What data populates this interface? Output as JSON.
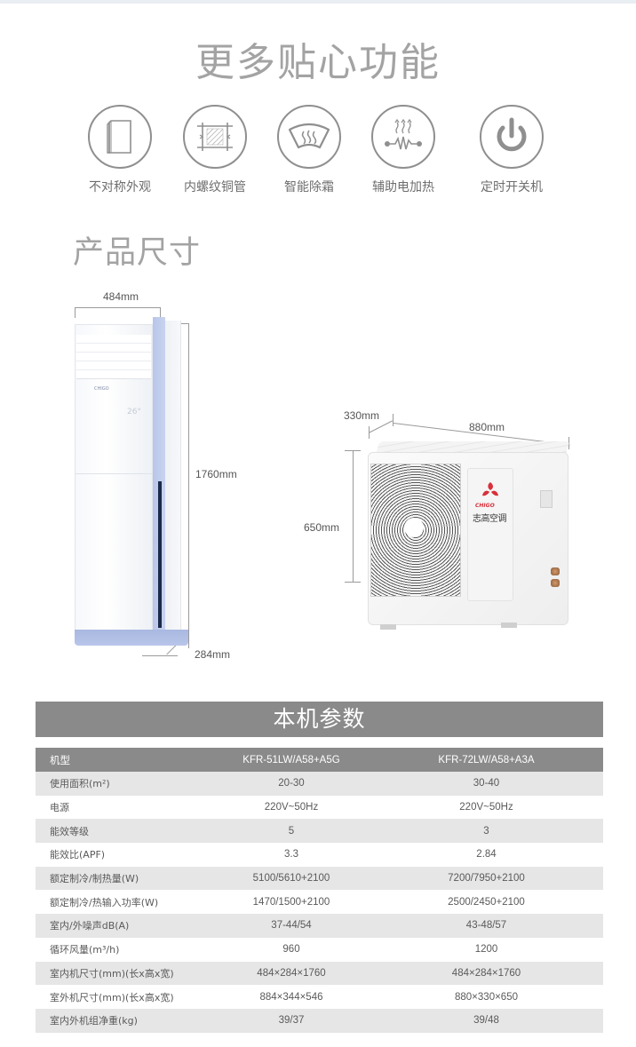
{
  "features_section": {
    "title": "更多贴心功能",
    "items": [
      {
        "icon": "door-panel-icon",
        "label": "不对称外观"
      },
      {
        "icon": "threaded-pipe-icon",
        "label": "内螺纹铜管"
      },
      {
        "icon": "defrost-windshield-icon",
        "label": "智能除霜"
      },
      {
        "icon": "electric-heating-icon",
        "label": "辅助电加热"
      },
      {
        "icon": "power-icon",
        "label": "定时开关机"
      }
    ]
  },
  "dimensions_section": {
    "title": "产品尺寸",
    "indoor": {
      "width": "484mm",
      "height": "1760mm",
      "depth": "284mm",
      "display_text": "26°"
    },
    "outdoor": {
      "depth": "330mm",
      "width": "880mm",
      "height": "650mm",
      "brand_en": "CHIGO",
      "brand_cn": "志高空调"
    }
  },
  "specs_section": {
    "title": "本机参数",
    "header": [
      "机型",
      "KFR-51LW/A58+A5G",
      "KFR-72LW/A58+A3A"
    ],
    "rows": [
      [
        "使用面积(m²)",
        "20-30",
        "30-40"
      ],
      [
        "电源",
        "220V~50Hz",
        "220V~50Hz"
      ],
      [
        "能效等级",
        "5",
        "3"
      ],
      [
        "能效比(APF)",
        "3.3",
        "2.84"
      ],
      [
        "额定制冷/制热量(W)",
        "5100/5610+2100",
        "7200/7950+2100"
      ],
      [
        "额定制冷/热输入功率(W)",
        "1470/1500+2100",
        "2500/2450+2100"
      ],
      [
        "室内/外噪声dB(A)",
        "37-44/54",
        "43-48/57"
      ],
      [
        "循环风量(m³/h)",
        "960",
        "1200"
      ],
      [
        "室内机尺寸(mm)(长x高x宽)",
        "484×284×1760",
        "484×284×1760"
      ],
      [
        "室外机尺寸(mm)(长x高x宽)",
        "884×344×546",
        "880×330×650"
      ],
      [
        "室内外机组净重(kg)",
        "39/37",
        "39/48"
      ]
    ]
  },
  "colors": {
    "title_gray": "#a3a3a3",
    "icon_gray": "#8f8f8f",
    "table_header_bg": "#8a8a8a",
    "row_alt_bg": "#e6e6e6",
    "indoor_accent_blue": "#b9c6e9",
    "brand_red": "#d9303a"
  }
}
